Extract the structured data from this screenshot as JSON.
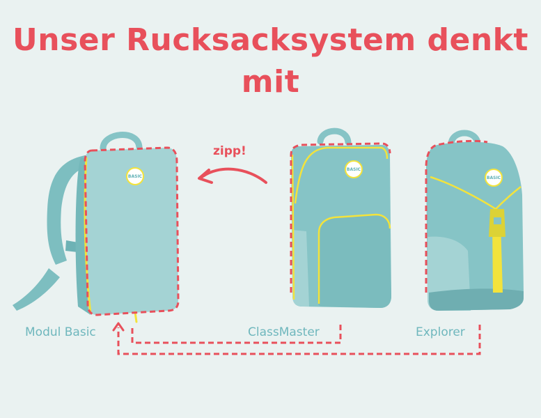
{
  "title": "Unser Rucksacksystem denkt mit",
  "annotation": "zipp!",
  "logo_text": "BASIC",
  "products": {
    "modul_basic": "Modul Basic",
    "classmaster": "ClassMaster",
    "explorer": "Explorer"
  },
  "colors": {
    "accent": "#e8505b",
    "backpack": "#86c4c6",
    "backpack_light": "#a4d3d4",
    "zipper": "#f3e33c",
    "label": "#6fb7bd",
    "background": "#eaf2f1"
  }
}
